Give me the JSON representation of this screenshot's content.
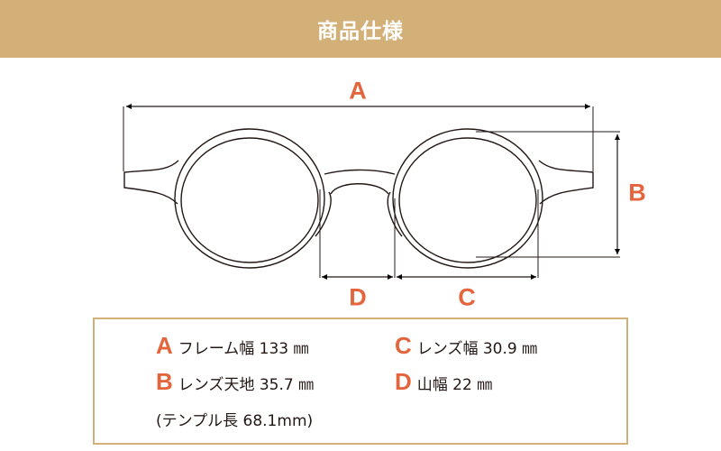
{
  "header": {
    "title": "商品仕様"
  },
  "diagram": {
    "labels": {
      "a": "A",
      "b": "B",
      "c": "C",
      "d": "D"
    }
  },
  "specs": [
    {
      "key": "A",
      "text": "フレーム幅 133 ㎜"
    },
    {
      "key": "C",
      "text": "レンズ幅 30.9 ㎜"
    },
    {
      "key": "B",
      "text": "レンズ天地 35.7 ㎜"
    },
    {
      "key": "D",
      "text": "山幅 22 ㎜"
    }
  ],
  "note": "(テンプル長 68.1mm)",
  "colors": {
    "header": "#d3b078",
    "accent": "#e4643c",
    "line": "#231815"
  }
}
